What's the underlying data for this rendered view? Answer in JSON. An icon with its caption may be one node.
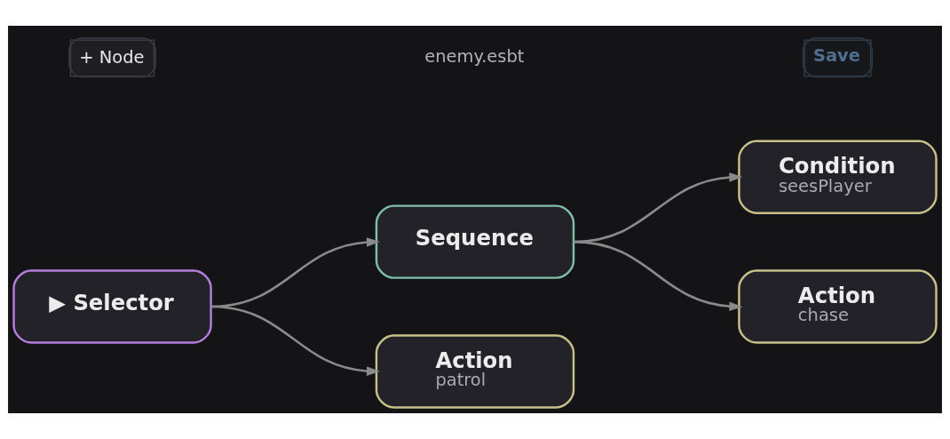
{
  "diagram": {
    "nodes": [
      {
        "text": [
          "▶ Selector"
        ]
      },
      {
        "text": [
          "Sequence"
        ]
      },
      {
        "text": [
          "Condition",
          "seesPlayer"
        ]
      },
      {
        "text": [
          "Action",
          "chase"
        ]
      },
      {
        "text": [
          "Action",
          "patrol"
        ]
      }
    ],
    "edges": [
      {
        "from": 0,
        "to": 1,
        "arrow": "to"
      },
      {
        "from": 0,
        "to": 4,
        "arrow": "to"
      },
      {
        "from": 1,
        "to": 2,
        "arrow": "to"
      },
      {
        "from": 1,
        "to": 3,
        "arrow": "to"
      }
    ],
    "labels": [
      "+ Node",
      "enemy.esbt",
      "Save"
    ]
  }
}
